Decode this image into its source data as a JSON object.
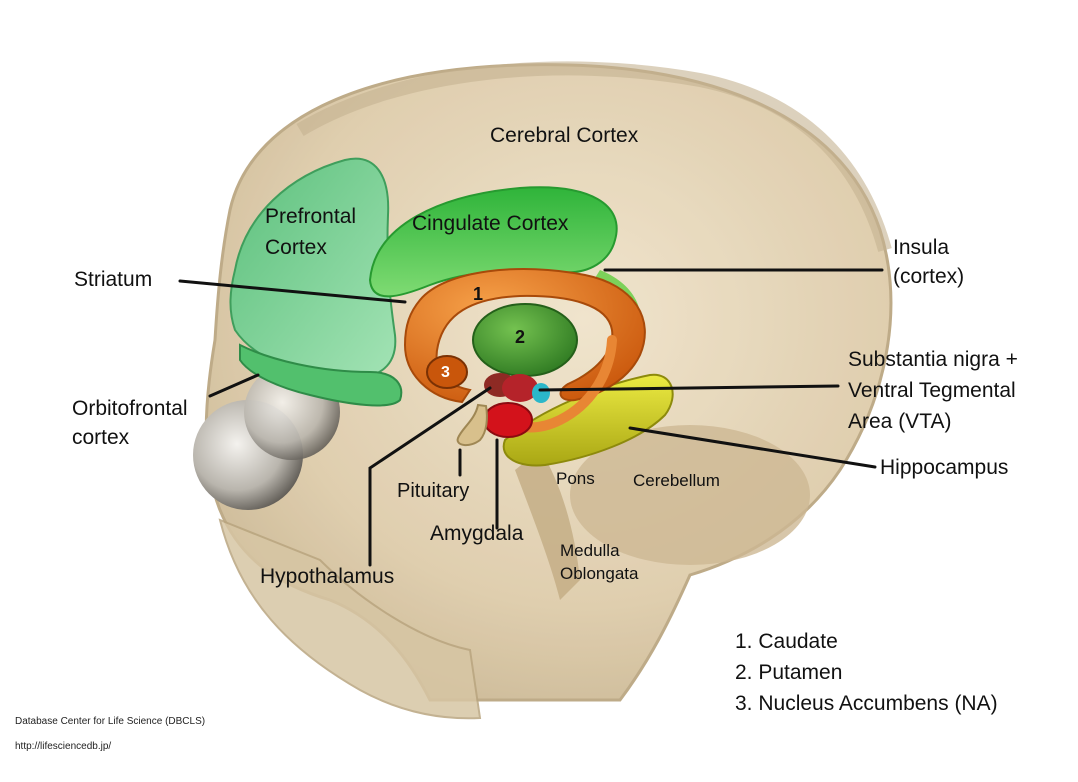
{
  "labels": {
    "cerebral_cortex": "Cerebral Cortex",
    "prefrontal_1": "Prefrontal",
    "prefrontal_2": "Cortex",
    "cingulate": "Cingulate Cortex",
    "striatum": "Striatum",
    "insula_1": "Insula",
    "insula_2": "(cortex)",
    "orbitofrontal_1": "Orbitofrontal",
    "orbitofrontal_2": "cortex",
    "substantia_1": "Substantia nigra +",
    "substantia_2": "Ventral Tegmental",
    "substantia_3": "Area (VTA)",
    "hippocampus": "Hippocampus",
    "pituitary": "Pituitary",
    "pons": "Pons",
    "cerebellum": "Cerebellum",
    "amygdala": "Amygdala",
    "medulla_1": "Medulla",
    "medulla_2": "Oblongata",
    "hypothalamus": "Hypothalamus"
  },
  "markers": {
    "m1": "1",
    "m2": "2",
    "m3": "3"
  },
  "key": [
    "1. Caudate",
    "2. Putamen",
    "3. Nucleus Accumbens (NA)"
  ],
  "credit": {
    "line1": "Database Center for Life Science (DBCLS)",
    "line2": "http://lifesciencedb.jp/"
  },
  "colors": {
    "prefrontal": "#6fcf8e",
    "cingulate": "#46c24a",
    "striatum": "#e0731c",
    "putamen": "#3f8f2c",
    "hippocampus": "#d9d21f",
    "amygdala": "#d3121b",
    "vta": "#2bb7c9",
    "skull": "#d9c8a8"
  }
}
